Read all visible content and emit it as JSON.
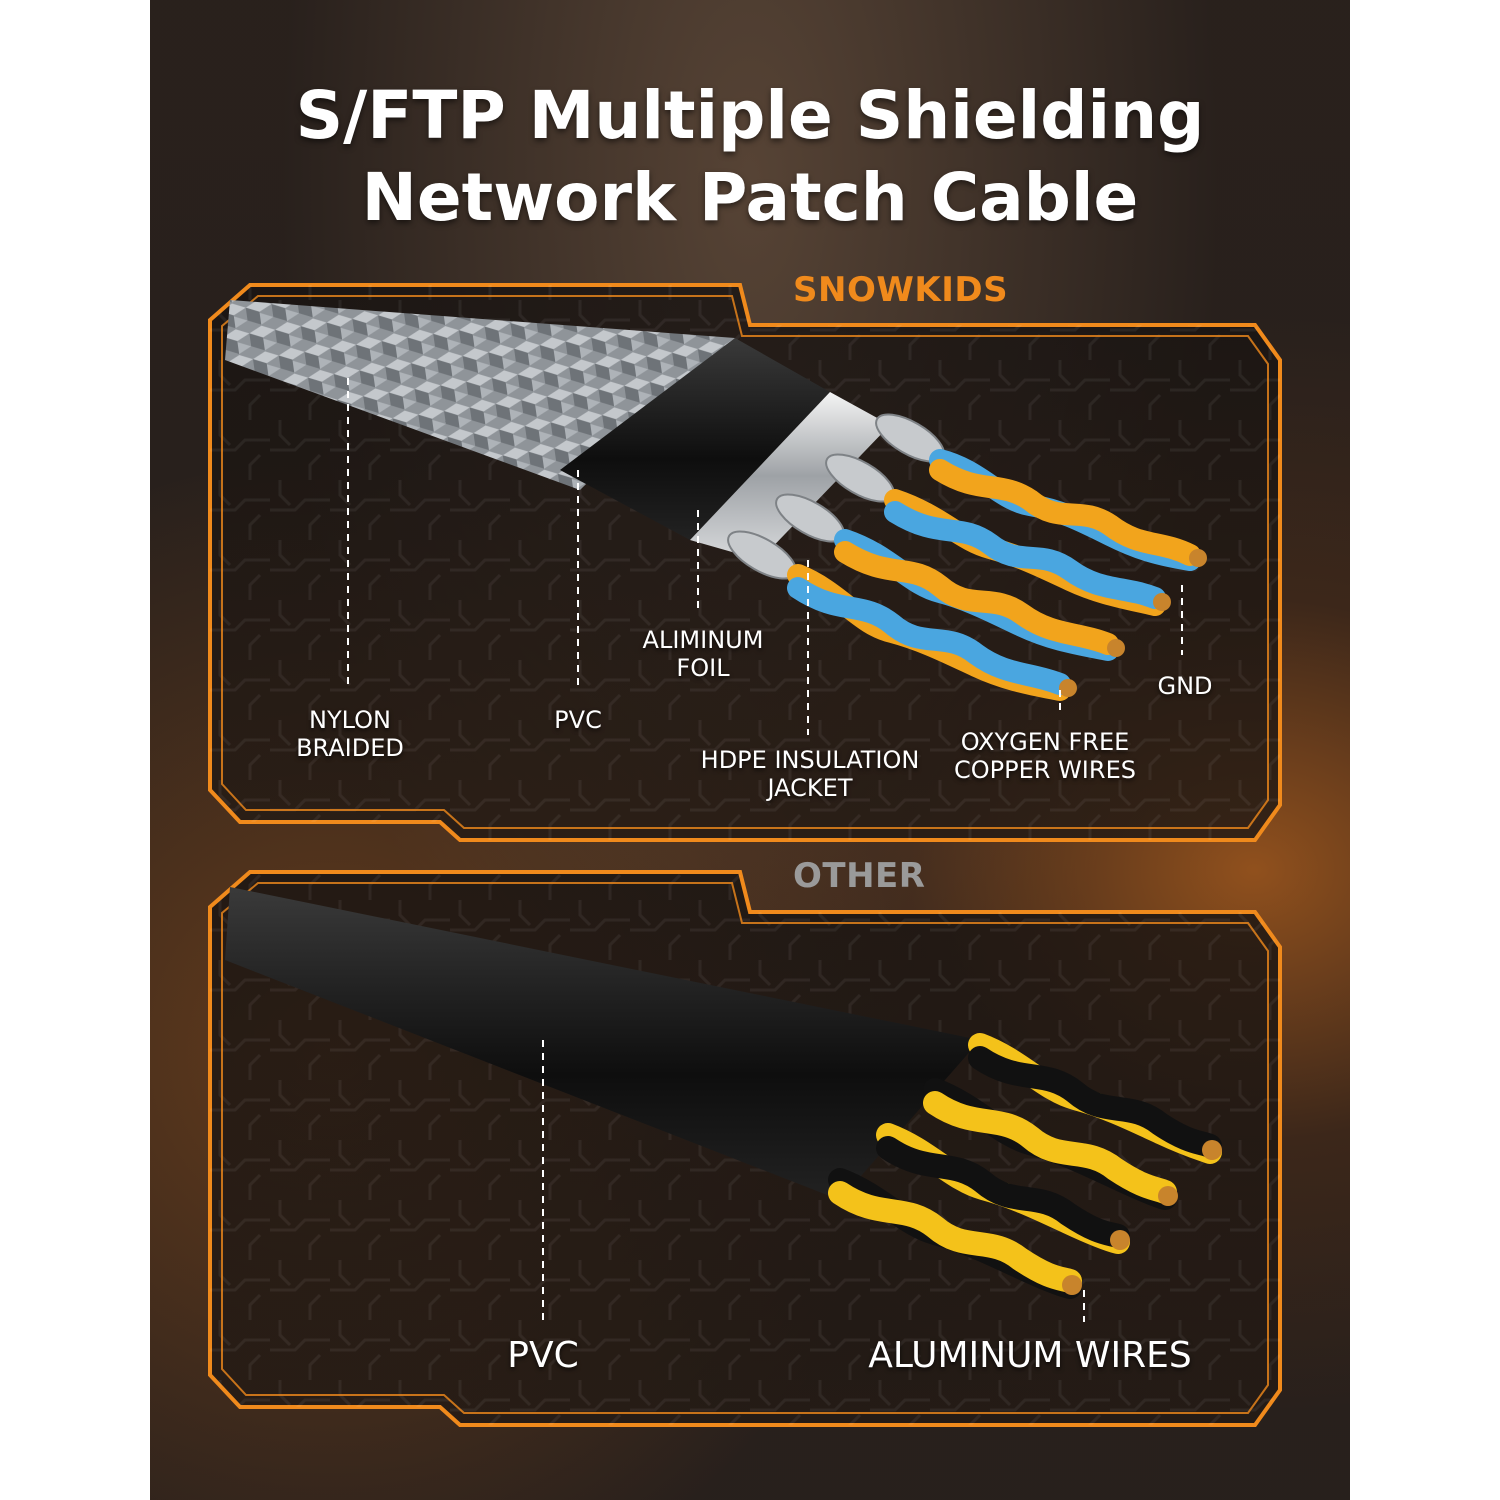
{
  "title": {
    "line1": "S/FTP Multiple Shielding",
    "line2": "Network Patch Cable"
  },
  "colors": {
    "accent": "#f08a1c",
    "other_tag": "#9a9a9a",
    "text": "#ffffff"
  },
  "snowkids": {
    "tag": "SNOWKIDS",
    "labels": {
      "nylon_line1": "NYLON",
      "nylon_line2": "BRAIDED",
      "pvc": "PVC",
      "foil_line1": "ALIMINUM",
      "foil_line2": "FOIL",
      "hdpe_line1": "HDPE INSULATION",
      "hdpe_line2": "JACKET",
      "copper_line1": "OXYGEN FREE",
      "copper_line2": "COPPER WIRES",
      "gnd": "GND"
    }
  },
  "other": {
    "tag": "OTHER",
    "labels": {
      "pvc": "PVC",
      "wires": "ALUMINUM WIRES"
    }
  }
}
